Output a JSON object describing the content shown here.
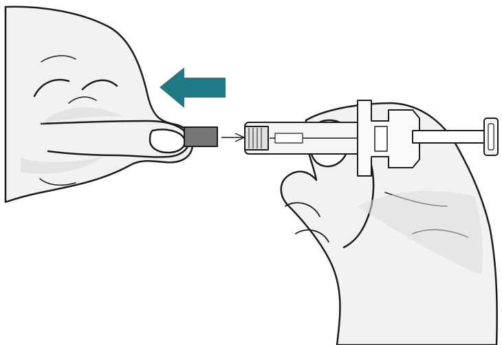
{
  "illustration": {
    "colors": {
      "outline": "#1a1a1a",
      "skin": "#f2f2f2",
      "skin_shadow": "#dcdcdc",
      "arrow": "#1e7a85",
      "needle_cap": "#777777",
      "syringe_body": "#f5f5f5"
    },
    "elements": {
      "left_hand": "hand-gripping-cap",
      "right_hand": "hand-holding-syringe",
      "arrow": "pull-left-arrow",
      "cap": "needle-cap",
      "syringe": "prefilled-syringe"
    }
  }
}
